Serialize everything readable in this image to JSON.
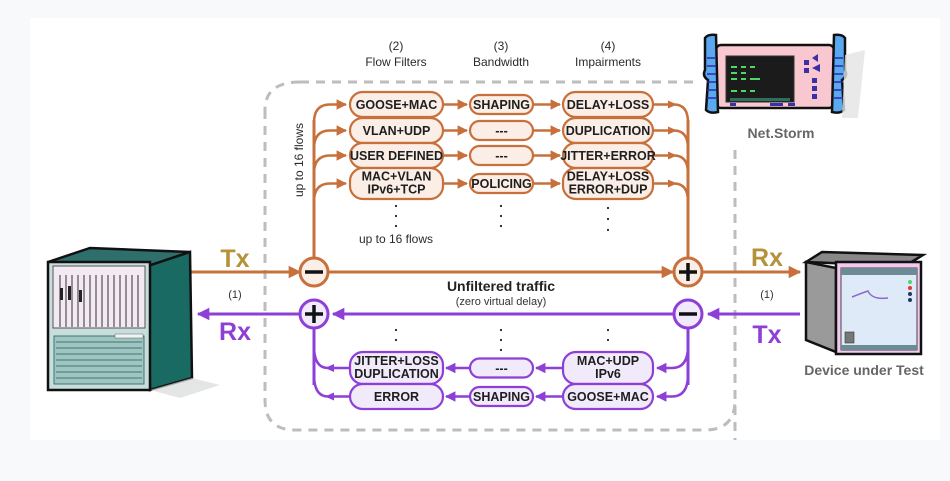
{
  "colors": {
    "forward": "#c8703c",
    "forward_fill": "#fbeee6",
    "reverse": "#8e3fd6",
    "reverse_fill": "#f1eafb",
    "tx_rx_gold": "#b5913a",
    "dashed": "#bdbdbd",
    "background": "#f8f9fb",
    "card": "#ffffff"
  },
  "headers": [
    {
      "num": "(2)",
      "label": "Flow Filters"
    },
    {
      "num": "(3)",
      "label": "Bandwidth"
    },
    {
      "num": "(4)",
      "label": "Impairments"
    }
  ],
  "forward_flows": [
    {
      "filter": [
        "GOOSE+MAC"
      ],
      "bandwidth": "SHAPING",
      "impairment": [
        "DELAY+LOSS"
      ]
    },
    {
      "filter": [
        "VLAN+UDP"
      ],
      "bandwidth": "---",
      "impairment": [
        "DUPLICATION"
      ]
    },
    {
      "filter": [
        "USER DEFINED"
      ],
      "bandwidth": "---",
      "impairment": [
        "JITTER+ERROR"
      ]
    },
    {
      "filter": [
        "MAC+VLAN",
        "IPv6+TCP"
      ],
      "bandwidth": "POLICING",
      "impairment": [
        "DELAY+LOSS",
        "ERROR+DUP"
      ]
    }
  ],
  "reverse_flows": [
    {
      "filter": [
        "MAC+UDP",
        "IPv6"
      ],
      "bandwidth": "---",
      "impairment": [
        "JITTER+LOSS",
        "DUPLICATION"
      ]
    },
    {
      "filter": [
        "GOOSE+MAC"
      ],
      "bandwidth": "SHAPING",
      "impairment": [
        "ERROR"
      ]
    }
  ],
  "labels": {
    "flows_vertical": "up to 16 flows",
    "flows_below": "up to 16 flows",
    "unfiltered_title": "Unfiltered traffic",
    "unfiltered_sub": "(zero virtual delay)",
    "left_tx": "Tx",
    "left_rx": "Rx",
    "left_port": "(1)",
    "right_rx": "Rx",
    "right_tx": "Tx",
    "right_port": "(1)",
    "netstorm": "Net.Storm",
    "dut": "Device under Test"
  },
  "icons": {
    "splitter_forward": "minus-circle",
    "merger_forward": "plus-circle",
    "merger_reverse": "plus-circle",
    "splitter_reverse": "minus-circle"
  }
}
